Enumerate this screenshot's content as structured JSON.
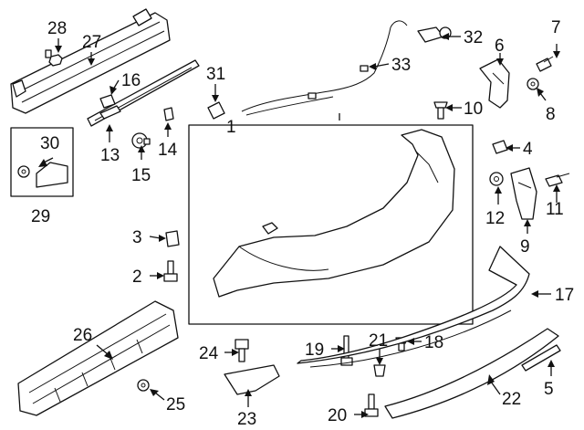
{
  "callouts": [
    {
      "label": "1",
      "ref": "rear-bumper-cover"
    },
    {
      "label": "2",
      "ref": "bolt"
    },
    {
      "label": "3",
      "ref": "clip"
    },
    {
      "label": "4",
      "ref": "push-clip"
    },
    {
      "label": "5",
      "ref": "trim-strip"
    },
    {
      "label": "6",
      "ref": "side-bracket"
    },
    {
      "label": "7",
      "ref": "bolt"
    },
    {
      "label": "8",
      "ref": "nut"
    },
    {
      "label": "9",
      "ref": "side-bracket"
    },
    {
      "label": "10",
      "ref": "push-pin"
    },
    {
      "label": "11",
      "ref": "bolt"
    },
    {
      "label": "12",
      "ref": "nut"
    },
    {
      "label": "13",
      "ref": "bracket-strip"
    },
    {
      "label": "14",
      "ref": "clip"
    },
    {
      "label": "15",
      "ref": "screw"
    },
    {
      "label": "16",
      "ref": "pad"
    },
    {
      "label": "17",
      "ref": "lower-valance"
    },
    {
      "label": "18",
      "ref": "push-pin"
    },
    {
      "label": "19",
      "ref": "stud"
    },
    {
      "label": "20",
      "ref": "screw"
    },
    {
      "label": "21",
      "ref": "clip"
    },
    {
      "label": "22",
      "ref": "lower-molding"
    },
    {
      "label": "23",
      "ref": "bracket"
    },
    {
      "label": "24",
      "ref": "bolt"
    },
    {
      "label": "25",
      "ref": "nut"
    },
    {
      "label": "26",
      "ref": "energy-absorber"
    },
    {
      "label": "27",
      "ref": "reinforcement-beam"
    },
    {
      "label": "28",
      "ref": "bolt"
    },
    {
      "label": "29",
      "ref": "bracket-kit"
    },
    {
      "label": "30",
      "ref": "nut"
    },
    {
      "label": "31",
      "ref": "sensor-bracket"
    },
    {
      "label": "32",
      "ref": "parking-sensor"
    },
    {
      "label": "33",
      "ref": "wiring-harness"
    }
  ]
}
